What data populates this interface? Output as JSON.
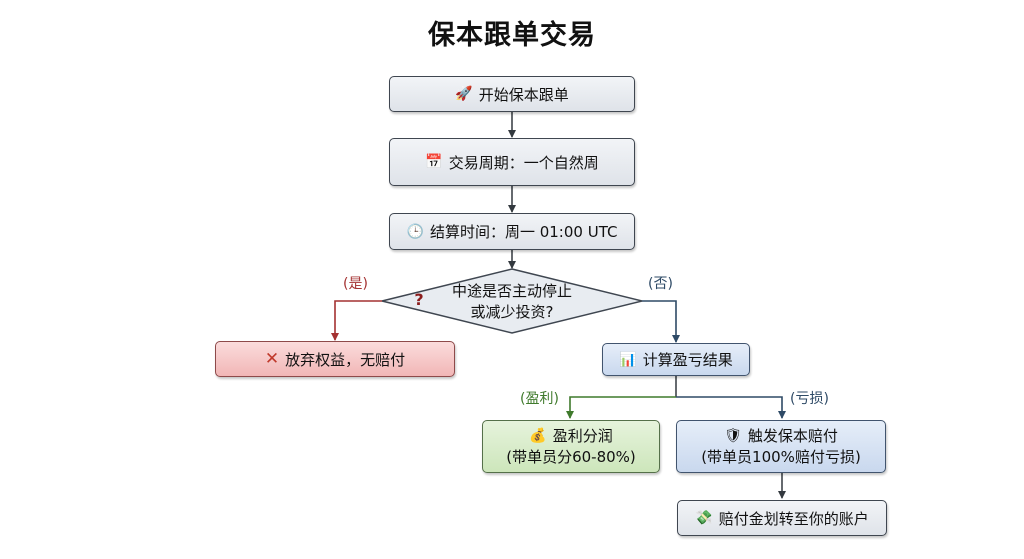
{
  "title": "保本跟单交易",
  "nodes": {
    "start": {
      "label": "开始保本跟单",
      "icon": "rocket-icon",
      "glyph": "🚀"
    },
    "period": {
      "label": "交易周期：一个自然周",
      "icon": "calendar-icon",
      "glyph": "📅"
    },
    "settle": {
      "label": "结算时间：周一 01:00 UTC",
      "icon": "clock-icon",
      "glyph": "🕒"
    },
    "decision": {
      "line1": "中途是否主动停止",
      "line2": "或减少投资?",
      "icon": "question-icon",
      "glyph": "?"
    },
    "forfeit": {
      "label": "放弃权益，无赔付",
      "icon": "cross-icon",
      "glyph": "✕"
    },
    "calculate": {
      "label": "计算盈亏结果",
      "icon": "bar-chart-icon",
      "glyph": "📊"
    },
    "profit": {
      "line1": "盈利分润",
      "line2": "(带单员分60-80%)",
      "icon": "money-bag-icon",
      "glyph": "💰"
    },
    "loss": {
      "line1": "触发保本赔付",
      "line2": "(带单员100%赔付亏损)",
      "icon": "shield-icon",
      "glyph": "🛡"
    },
    "transfer": {
      "label": "赔付金划转至你的账户",
      "icon": "money-transfer-icon",
      "glyph": "💸"
    }
  },
  "edge_labels": {
    "yes": "(是)",
    "no": "(否)",
    "profit": "(盈利)",
    "loss": "(亏损)"
  },
  "colors": {
    "yes_branch": "#a43131",
    "no_branch": "#2e4a66",
    "profit_branch": "#3f7a2c",
    "loss_branch": "#2e4a66"
  }
}
